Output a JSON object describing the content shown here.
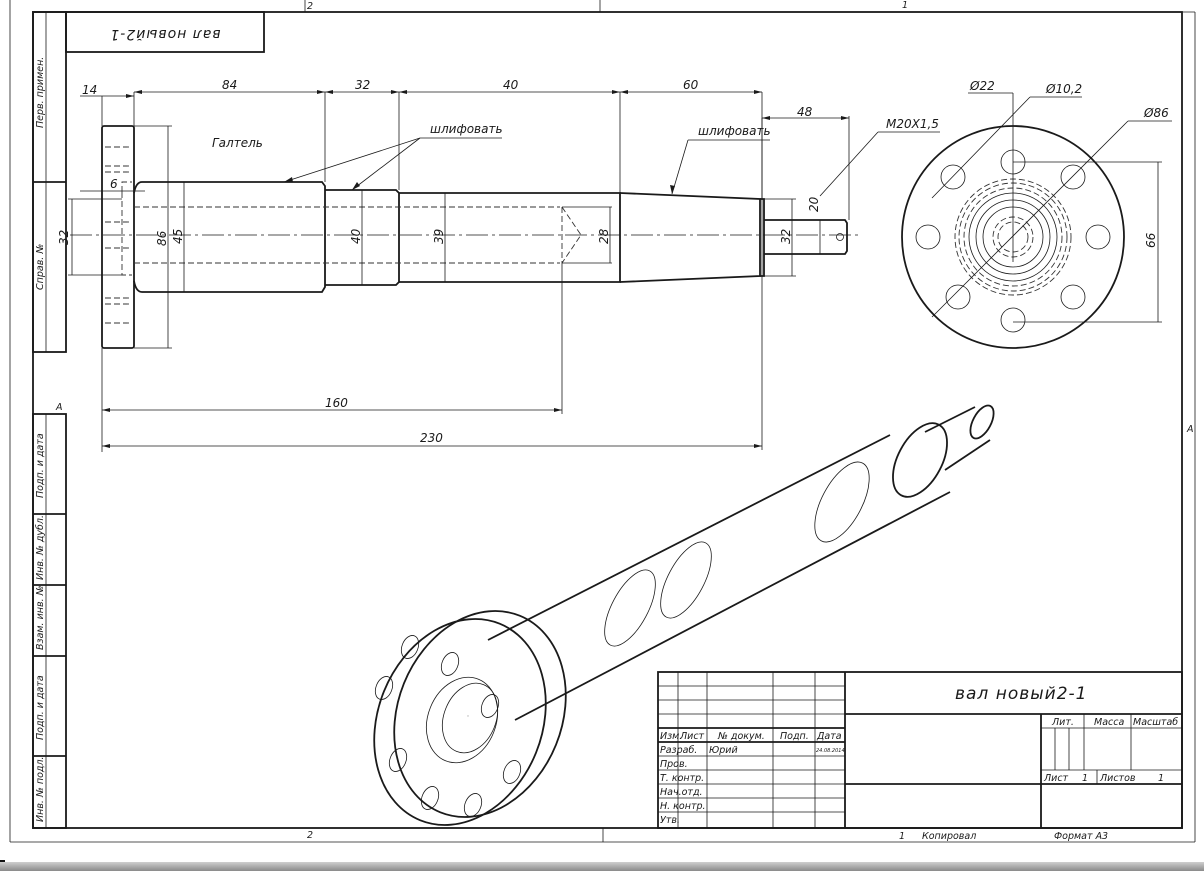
{
  "sheet": {
    "top_zone_labels": [
      "2",
      "1"
    ],
    "bottom_zone_label": "2",
    "side_zone_label": "A",
    "rotated_stamp": "вал новый2-1",
    "left_column": {
      "top_cells": [
        "Перв. примен.",
        "Справ. №"
      ],
      "bottom_cells": [
        "Подп. и дата",
        "Инв. № дубл.",
        "Взам. инв. №",
        "Подп. и дата",
        "Инв. № подл."
      ]
    }
  },
  "views": {
    "front": {
      "note_fillet": "Галтель",
      "note_grind_1": "шлифовать",
      "note_grind_2": "шлифовать",
      "thread_callout": "M20X1,5",
      "dims": {
        "len_14": "14",
        "len_84": "84",
        "len_32": "32",
        "len_40": "40",
        "len_60": "60",
        "len_48": "48",
        "len_6": "6",
        "len_160": "160",
        "len_230": "230",
        "dia_32_bore": "32",
        "dia_86": "86",
        "dia_45": "45",
        "dia_40": "40",
        "dia_39": "39",
        "dia_28": "28",
        "dia_32_step": "32",
        "dia_20": "20"
      }
    },
    "end": {
      "dia_22": "Ø22",
      "dia_10_2": "Ø10,2",
      "dia_86": "Ø86",
      "dim_66": "66"
    },
    "iso": {
      "caption": "isometric view of shaft"
    }
  },
  "title_block": {
    "drawing_name": "вал новый2-1",
    "header": {
      "izm": "Изм.",
      "list": "Лист",
      "doc": "№ докум.",
      "podp": "Подп.",
      "date": "Дата"
    },
    "rows": [
      {
        "role": "Разраб.",
        "name": "Юрий",
        "date": "24.08.2014"
      },
      {
        "role": "Пров.",
        "name": "",
        "date": ""
      },
      {
        "role": "Т. контр.",
        "name": "",
        "date": ""
      },
      {
        "role": "Нач.отд.",
        "name": "",
        "date": ""
      },
      {
        "role": "Н. контр.",
        "name": "",
        "date": ""
      },
      {
        "role": "Утв.",
        "name": "",
        "date": ""
      }
    ],
    "lit_label": "Лит.",
    "mass_label": "Масса",
    "scale_label": "Масштаб",
    "sheet_label": "Лист",
    "sheet_value": "1",
    "sheets_label": "Листов",
    "sheets_value": "1",
    "copied_num": "1",
    "copied_label": "Копировал",
    "format_label": "Формат А3"
  }
}
